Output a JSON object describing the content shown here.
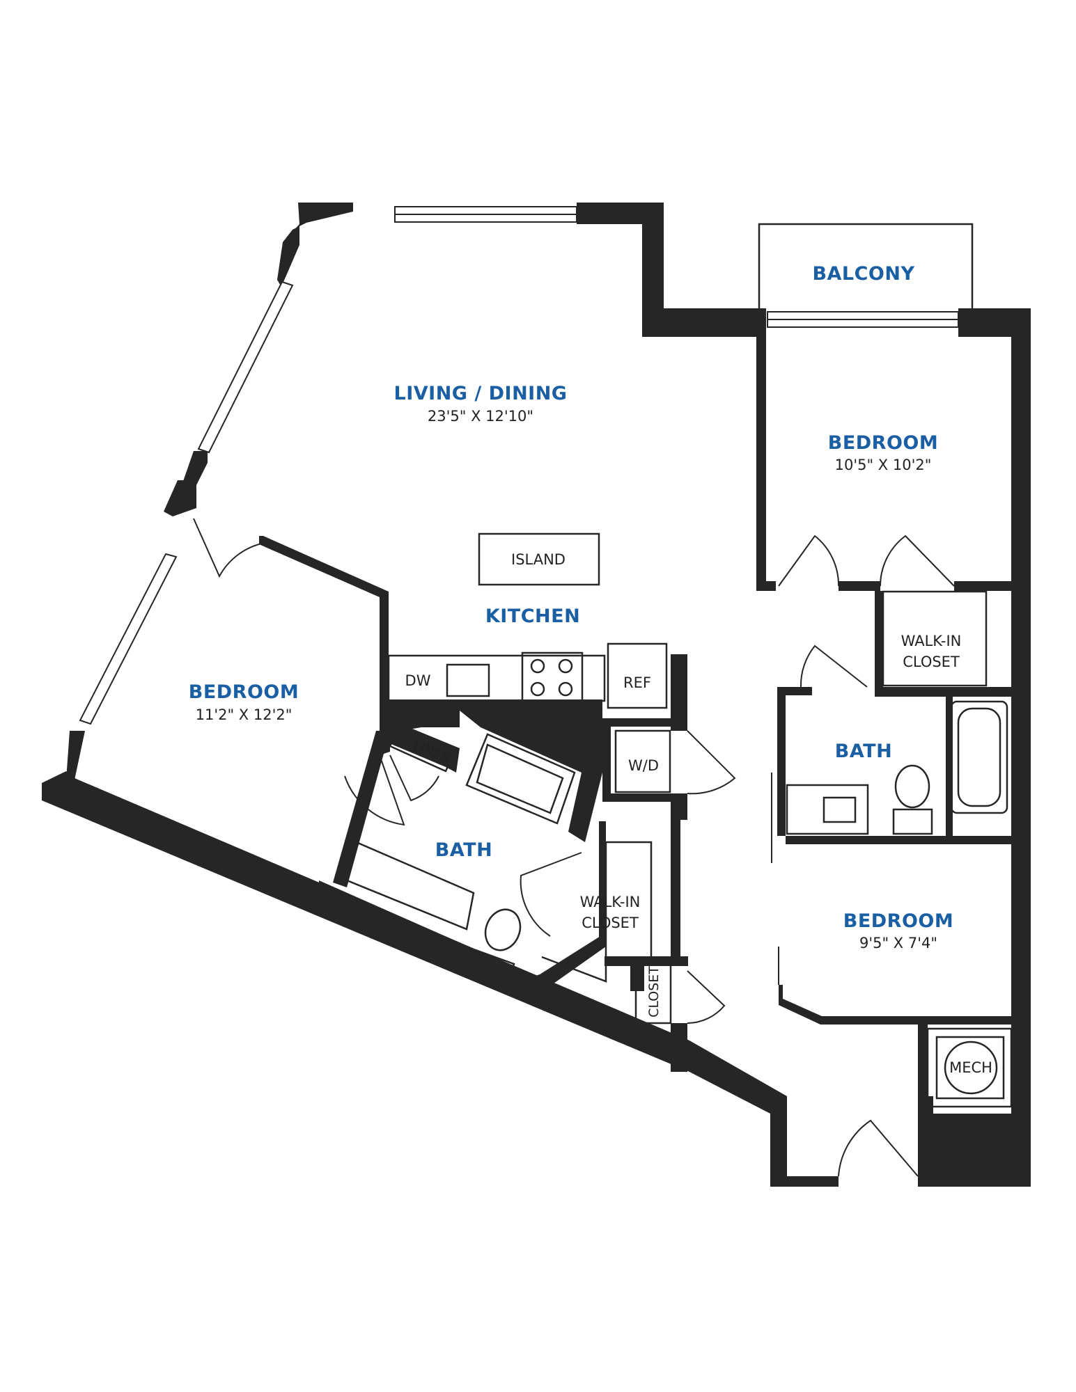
{
  "rooms": {
    "balcony": {
      "name": "BALCONY"
    },
    "living": {
      "name": "LIVING / DINING",
      "dims": "23'5\" X 12'10\""
    },
    "bedroom_left": {
      "name": "BEDROOM",
      "dims": "11'2\" X 12'2\""
    },
    "bedroom_top_right": {
      "name": "BEDROOM",
      "dims": "10'5\" X 10'2\""
    },
    "bedroom_bottom_right": {
      "name": "BEDROOM",
      "dims": "9'5\" X 7'4\""
    },
    "kitchen": {
      "name": "KITCHEN"
    },
    "bath_left": {
      "name": "BATH"
    },
    "bath_right": {
      "name": "BATH"
    }
  },
  "fixtures": {
    "island": "ISLAND",
    "dw": "DW",
    "ref": "REF",
    "wd": "W/D",
    "linen": "LINEN",
    "closet": "CLOSET",
    "mech": "MECH",
    "walkin_top": [
      "WALK-IN",
      "CLOSET"
    ],
    "walkin_left": [
      "WALK-IN",
      "CLOSET"
    ]
  },
  "colors": {
    "label": "#1a5fa3",
    "wall": "#262626"
  }
}
